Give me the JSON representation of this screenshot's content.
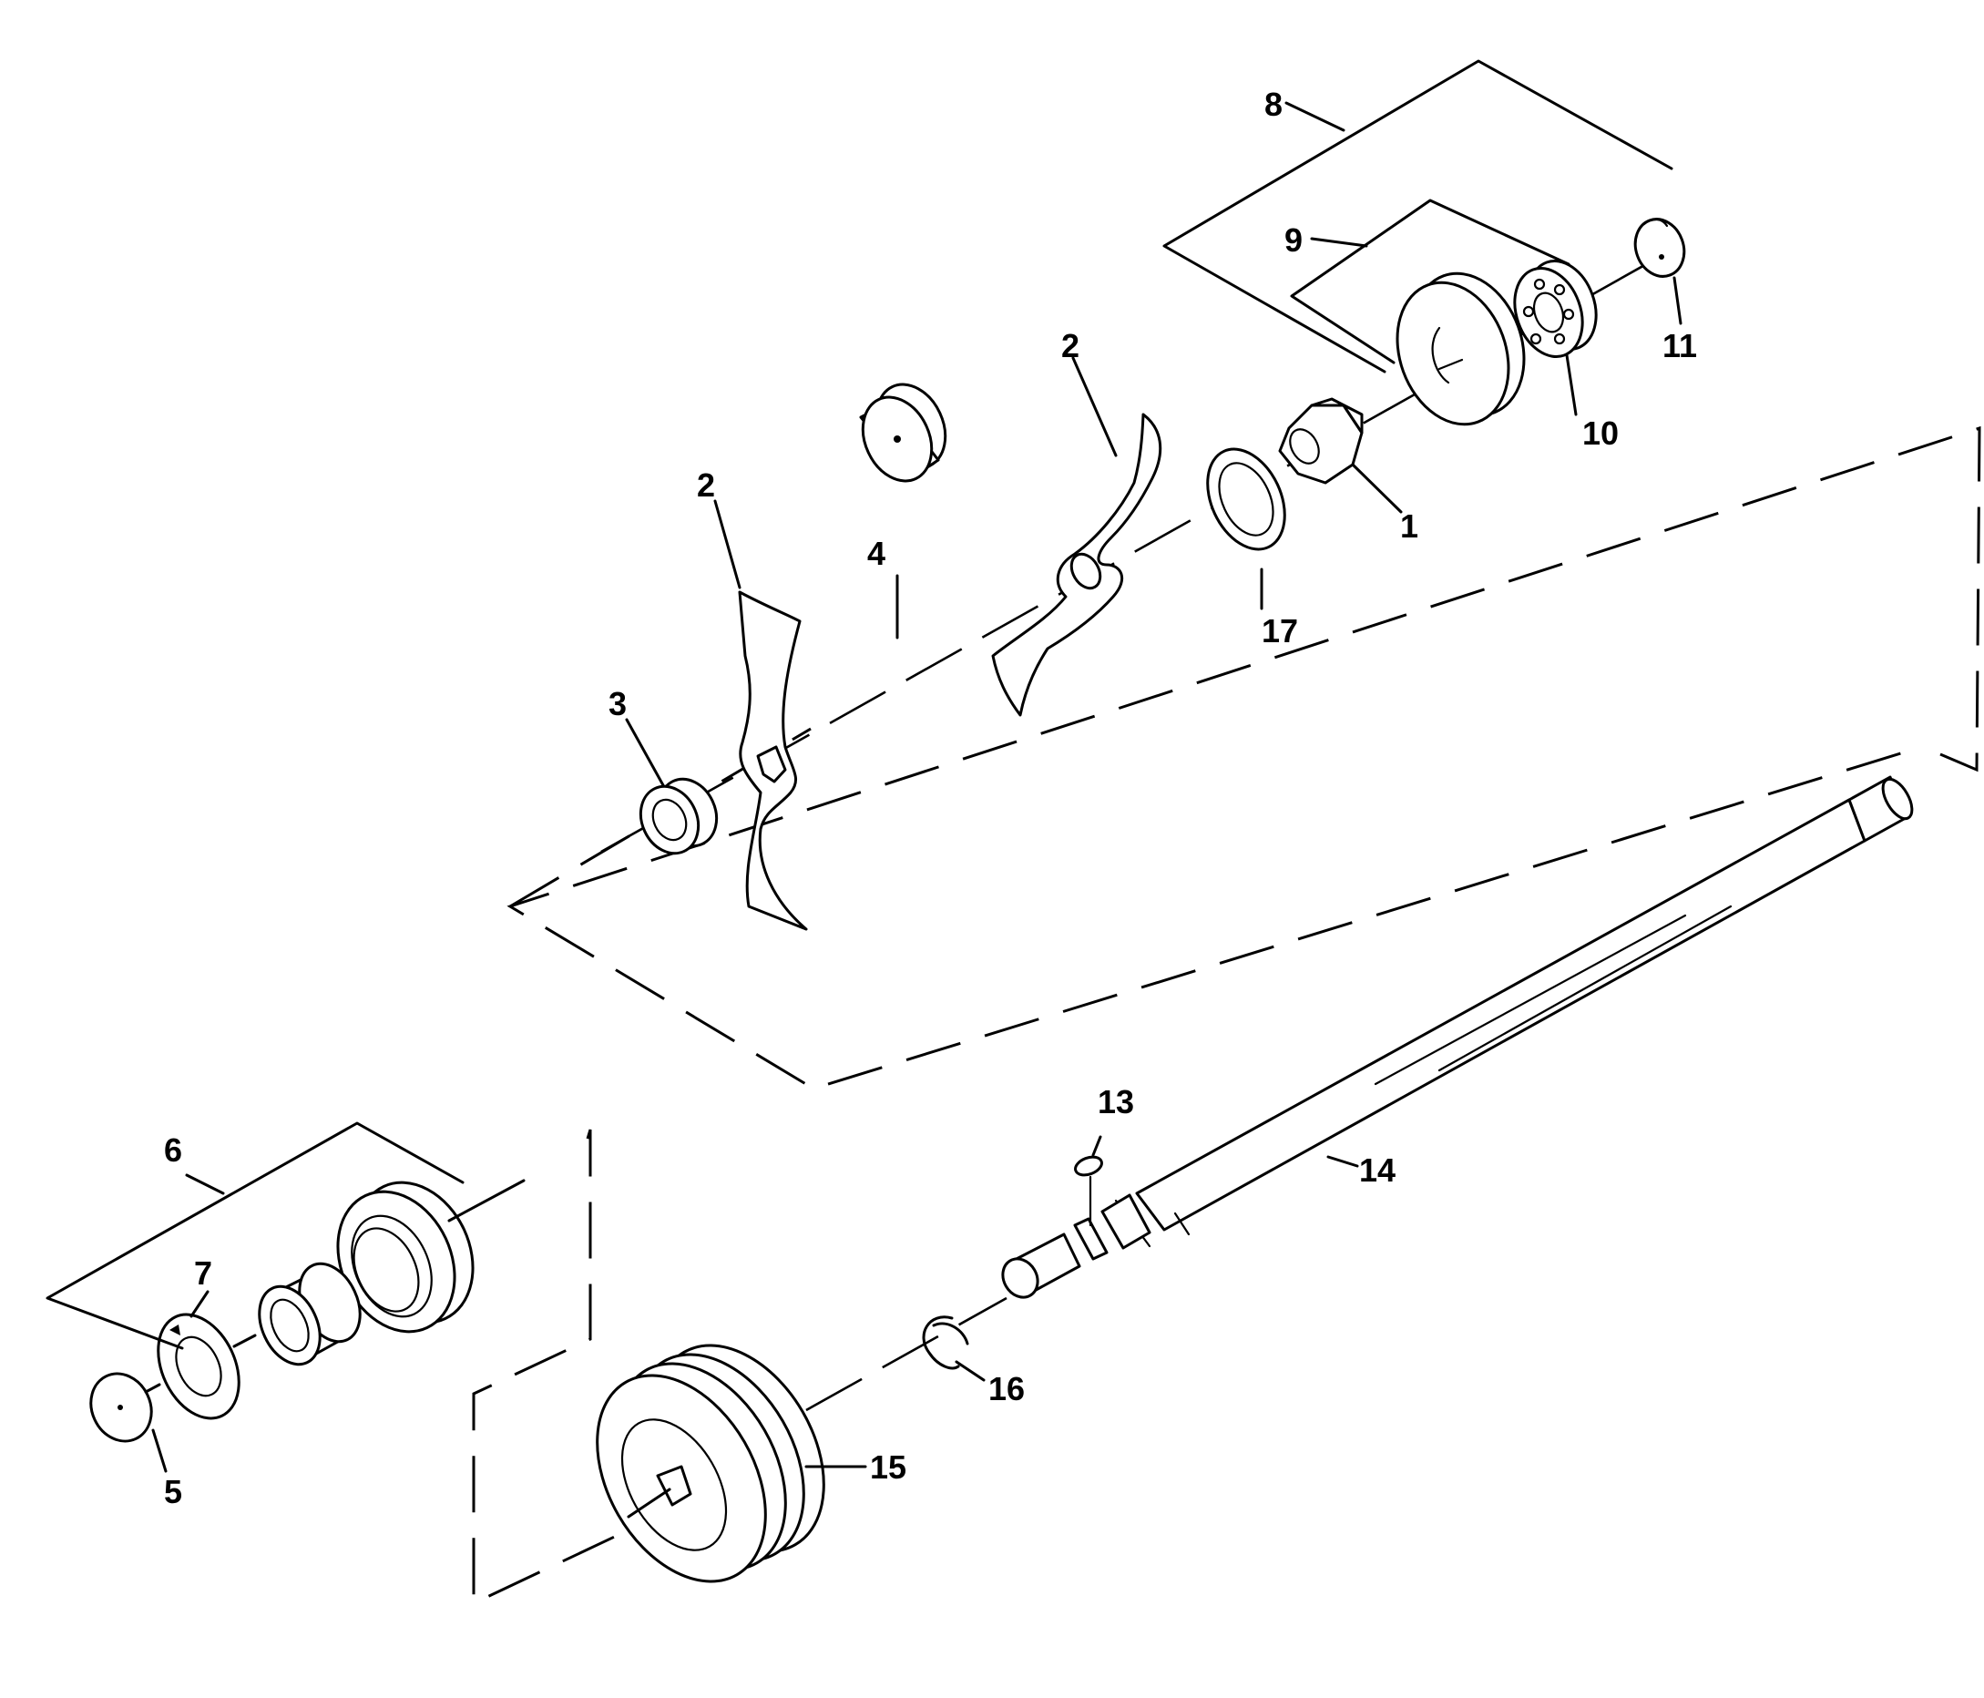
{
  "diagram": {
    "callouts": [
      {
        "id": "c1",
        "label": "1"
      },
      {
        "id": "c2a",
        "label": "2"
      },
      {
        "id": "c2b",
        "label": "2"
      },
      {
        "id": "c3",
        "label": "3"
      },
      {
        "id": "c4",
        "label": "4"
      },
      {
        "id": "c5",
        "label": "5"
      },
      {
        "id": "c6",
        "label": "6"
      },
      {
        "id": "c7",
        "label": "7"
      },
      {
        "id": "c8",
        "label": "8"
      },
      {
        "id": "c9",
        "label": "9"
      },
      {
        "id": "c10",
        "label": "10"
      },
      {
        "id": "c11",
        "label": "11"
      },
      {
        "id": "c13",
        "label": "13"
      },
      {
        "id": "c14",
        "label": "14"
      },
      {
        "id": "c15",
        "label": "15"
      },
      {
        "id": "c16",
        "label": "16"
      },
      {
        "id": "c17",
        "label": "17"
      }
    ]
  }
}
